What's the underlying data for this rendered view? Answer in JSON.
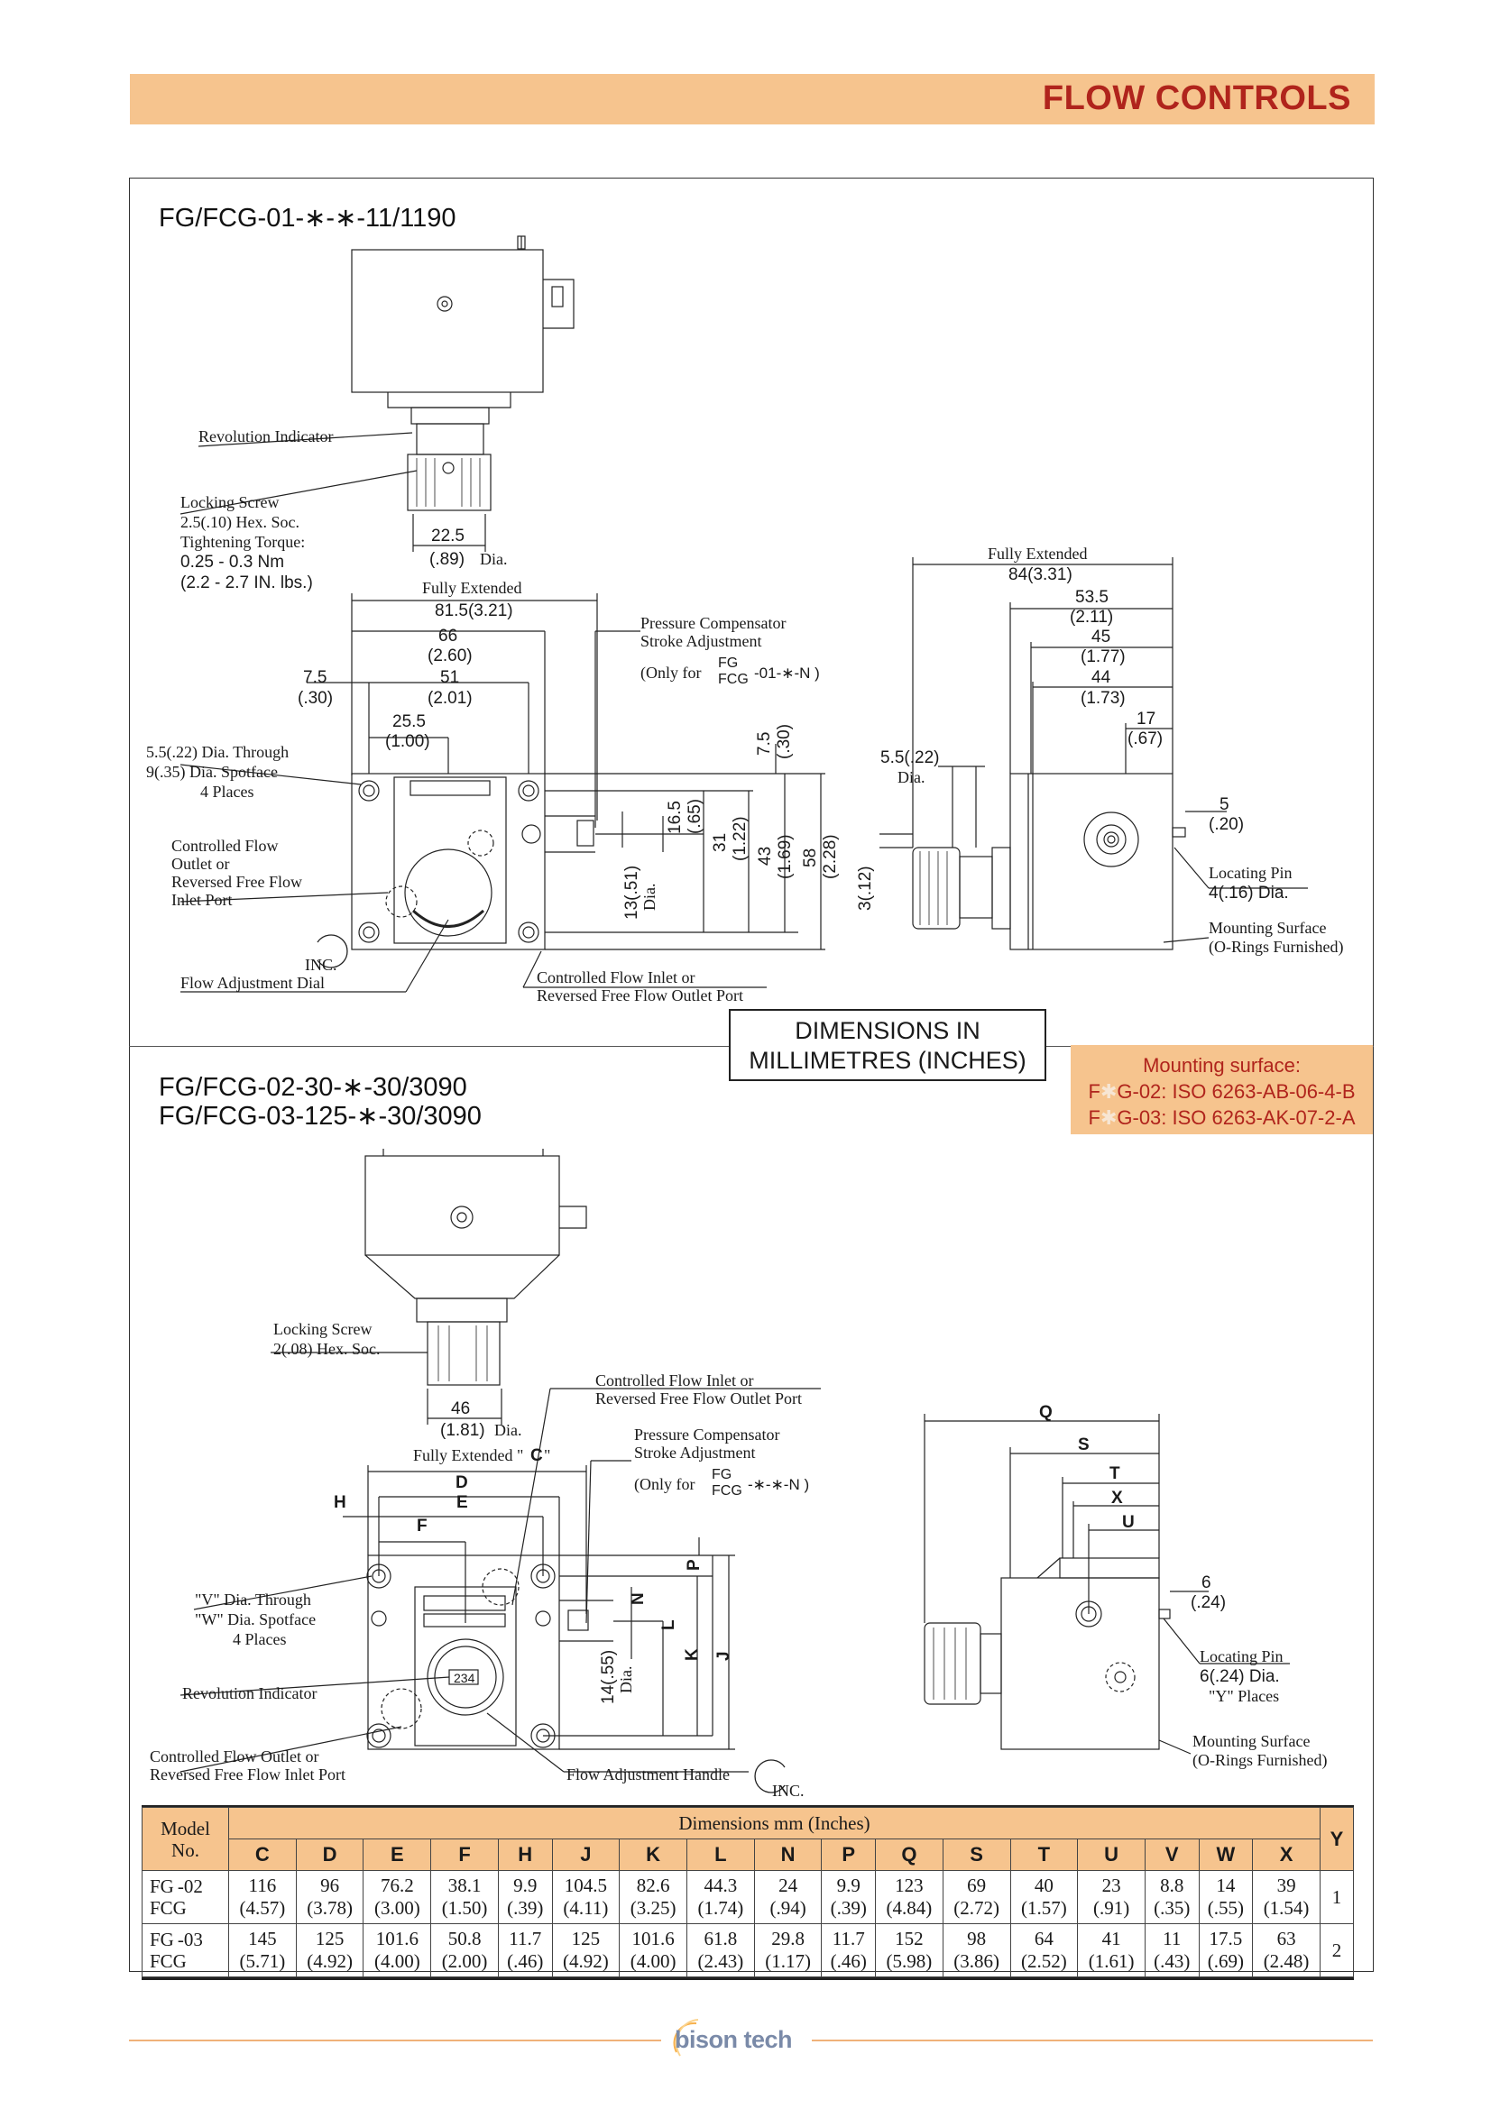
{
  "header": {
    "title": "FLOW CONTROLS"
  },
  "section1": {
    "model": "FG/FCG-01-∗-∗-11/1190",
    "labels": {
      "revolution_indicator": "Revolution Indicator",
      "locking_screw": "Locking Screw",
      "locking_screw_size": "2.5(.10) Hex. Soc.",
      "tightening_torque": "Tightening Torque:",
      "torque_nm": "0.25 - 0.3 Nm",
      "torque_lbs": "(2.2 - 2.7 IN. lbs.)",
      "knob_dia": "22.5",
      "knob_dia_in": "(.89)",
      "dia": "Dia.",
      "fully_extended": "Fully Extended",
      "fully_extended_val": "81.5(3.21)",
      "d66": "66",
      "d66_in": "(2.60)",
      "d51": "51",
      "d51_in": "(2.01)",
      "d7_5": "7.5",
      "d7_5_in": "(.30)",
      "d25_5": "25.5",
      "d25_5_in": "(1.00)",
      "through_hole_1": "5.5(.22) Dia. Through",
      "through_hole_2": "9(.35) Dia. Spotface",
      "through_hole_3": "4 Places",
      "controlled_outlet_1": "Controlled Flow",
      "controlled_outlet_2": "Outlet or",
      "controlled_outlet_3": "Reversed Free Flow",
      "controlled_outlet_4": "Inlet Port",
      "inc": "INC.",
      "flow_dial": "Flow Adjustment Dial",
      "controlled_inlet_1": "Controlled Flow Inlet or",
      "controlled_inlet_2": "Reversed Free Flow Outlet Port",
      "pc_1": "Pressure Compensator",
      "pc_2": "Stroke Adjustment",
      "pc_only": "(Only for",
      "pc_fg": "FG",
      "pc_fcg": "FCG",
      "pc_suffix": "-01-∗-N )",
      "v7_5": "7.5",
      "v7_5_in": "(.30)",
      "v16_5": "16.5",
      "v16_5_in": "(.65)",
      "v31": "31",
      "v31_in": "(1.22)",
      "v43": "43",
      "v43_in": "(1.69)",
      "v58": "58",
      "v58_in": "(2.28)",
      "v13": "13(.51)",
      "v13_dia": "Dia.",
      "side_full_ext": "Fully Extended",
      "side_84": "84(3.31)",
      "side_53_5": "53.5",
      "side_53_5_in": "(2.11)",
      "side_45": "45",
      "side_45_in": "(1.77)",
      "side_44": "44",
      "side_44_in": "(1.73)",
      "side_17": "17",
      "side_17_in": "(.67)",
      "side_5_5": "5.5(.22)",
      "side_5_5_dia": "Dia.",
      "side_5": "5",
      "side_5_in": "(.20)",
      "side_3": "3(.12)",
      "locating_pin": "Locating Pin",
      "locating_pin_dia": "4(.16) Dia.",
      "mounting_surface": "Mounting Surface",
      "orings": "(O-Rings Furnished)"
    }
  },
  "dims_box": {
    "line1": "DIMENSIONS IN",
    "line2": "MILLIMETRES (INCHES)"
  },
  "mounting": {
    "title": "Mounting surface:",
    "line1_pre": "F",
    "line1_post": "G-02: ISO 6263-AB-06-4-B",
    "line2_pre": "F",
    "line2_post": "G-03: ISO 6263-AK-07-2-A"
  },
  "section2": {
    "model1": "FG/FCG-02-30-∗-30/3090",
    "model2": "FG/FCG-03-125-∗-30/3090",
    "labels": {
      "locking_screw": "Locking Screw",
      "locking_screw_size": "2(.08) Hex. Soc.",
      "knob": "46",
      "knob_in": "(1.81)",
      "dia": "Dia.",
      "fully_extended": "Fully Extended \"",
      "c": "C",
      "quote": "\"",
      "d": "D",
      "e": "E",
      "f": "F",
      "h": "H",
      "controlled_inlet_1": "Controlled Flow Inlet or",
      "controlled_inlet_2": "Reversed Free Flow Outlet Port",
      "pc_1": "Pressure Compensator",
      "pc_2": "Stroke Adjustment",
      "pc_only": "(Only for",
      "pc_fg": "FG",
      "pc_fcg": "FCG",
      "pc_suffix": "-∗-∗-N )",
      "v_dia_1": "\"V\" Dia. Through",
      "v_dia_2": "\"W\" Dia. Spotface",
      "v_dia_3": "4 Places",
      "revolution_indicator": "Revolution Indicator",
      "controlled_outlet_1": "Controlled Flow Outlet or",
      "controlled_outlet_2": "Reversed Free Flow Inlet Port",
      "flow_handle": "Flow Adjustment Handle",
      "inc": "INC.",
      "v14": "14(.55)",
      "v14_dia": "Dia.",
      "p": "P",
      "n": "N",
      "l": "L",
      "k": "K",
      "j": "J",
      "q": "Q",
      "s": "S",
      "t": "T",
      "x": "X",
      "u": "U",
      "d6": "6",
      "d6_in": "(.24)",
      "locating_pin": "Locating Pin",
      "locating_pin_dia": "6(.24) Dia.",
      "y_places": "\"Y\" Places",
      "mounting_surface": "Mounting Surface",
      "orings": "(O-Rings Furnished)",
      "indicator_num": "234"
    }
  },
  "table": {
    "model_header": [
      "Model",
      "No."
    ],
    "dims_header": "Dimensions    mm (Inches)",
    "columns": [
      "C",
      "D",
      "E",
      "F",
      "H",
      "J",
      "K",
      "L",
      "N",
      "P",
      "Q",
      "S",
      "T",
      "U",
      "V",
      "W",
      "X"
    ],
    "y_header": "Y",
    "rows": [
      {
        "model_fg": "FG",
        "model_fcg": "FCG",
        "suffix": "-02",
        "mm": [
          "116",
          "96",
          "76.2",
          "38.1",
          "9.9",
          "104.5",
          "82.6",
          "44.3",
          "24",
          "9.9",
          "123",
          "69",
          "40",
          "23",
          "8.8",
          "14",
          "39"
        ],
        "in": [
          "(4.57)",
          "(3.78)",
          "(3.00)",
          "(1.50)",
          "(.39)",
          "(4.11)",
          "(3.25)",
          "(1.74)",
          "(.94)",
          "(.39)",
          "(4.84)",
          "(2.72)",
          "(1.57)",
          "(.91)",
          "(.35)",
          "(.55)",
          "(1.54)"
        ],
        "y": "1"
      },
      {
        "model_fg": "FG",
        "model_fcg": "FCG",
        "suffix": "-03",
        "mm": [
          "145",
          "125",
          "101.6",
          "50.8",
          "11.7",
          "125",
          "101.6",
          "61.8",
          "29.8",
          "11.7",
          "152",
          "98",
          "64",
          "41",
          "11",
          "17.5",
          "63"
        ],
        "in": [
          "(5.71)",
          "(4.92)",
          "(4.00)",
          "(2.00)",
          "(.46)",
          "(4.92)",
          "(4.00)",
          "(2.43)",
          "(1.17)",
          "(.46)",
          "(5.98)",
          "(3.86)",
          "(2.52)",
          "(1.61)",
          "(.43)",
          "(.69)",
          "(2.48)"
        ],
        "y": "2"
      }
    ]
  },
  "footer": {
    "logo": "bison tech"
  }
}
